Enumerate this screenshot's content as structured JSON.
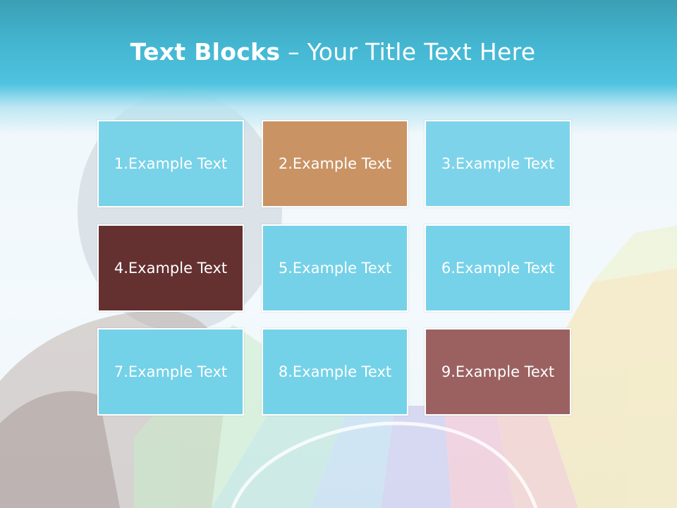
{
  "slide": {
    "title_bold": "Text Blocks",
    "title_dash": " – ",
    "title_rest": "Your Title Text Here"
  },
  "tiles": [
    {
      "label": "1.Example Text",
      "color": "#78d2e8"
    },
    {
      "label": "2.Example Text",
      "color": "#c99364"
    },
    {
      "label": "3.Example Text",
      "color": "#7dd4ea"
    },
    {
      "label": "4.Example Text",
      "color": "#643030"
    },
    {
      "label": "5.Example Text",
      "color": "#74d1e8"
    },
    {
      "label": "6.Example Text",
      "color": "#76d2e9"
    },
    {
      "label": "7.Example Text",
      "color": "#73d1e8"
    },
    {
      "label": "8.Example Text",
      "color": "#74d2e8"
    },
    {
      "label": "9.Example Text",
      "color": "#9b6161"
    }
  ]
}
